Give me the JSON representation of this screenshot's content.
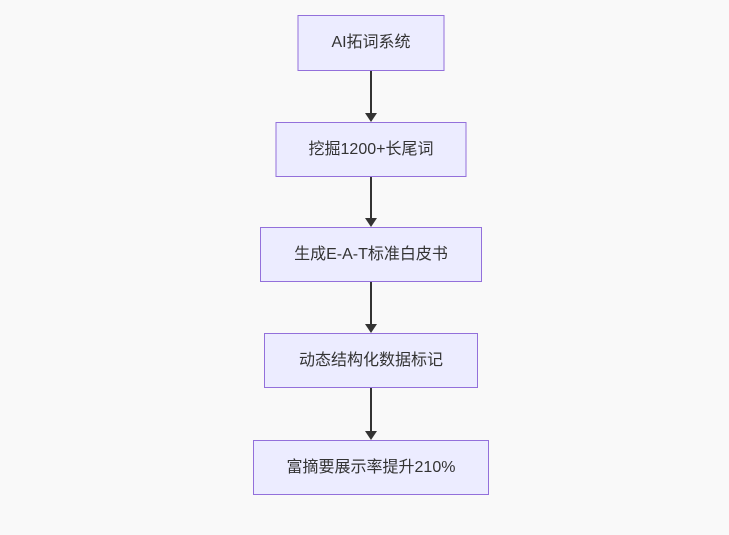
{
  "diagram": {
    "type": "flowchart",
    "direction": "top-down",
    "nodes": [
      {
        "id": "n1",
        "label": "AI拓词系统"
      },
      {
        "id": "n2",
        "label": "挖掘1200+长尾词"
      },
      {
        "id": "n3",
        "label": "生成E-A-T标准白皮书"
      },
      {
        "id": "n4",
        "label": "动态结构化数据标记"
      },
      {
        "id": "n5",
        "label": "富摘要展示率提升210%"
      }
    ],
    "edges": [
      {
        "from": "n1",
        "to": "n2",
        "style": "arrow-down"
      },
      {
        "from": "n2",
        "to": "n3",
        "style": "arrow-down"
      },
      {
        "from": "n3",
        "to": "n4",
        "style": "arrow-down"
      },
      {
        "from": "n4",
        "to": "n5",
        "style": "arrow-down"
      }
    ],
    "colors": {
      "background": "#f9f9f9",
      "node_fill": "#ECECFF",
      "node_border": "#9370DB",
      "node_text": "#333333",
      "arrow": "#333333"
    }
  }
}
